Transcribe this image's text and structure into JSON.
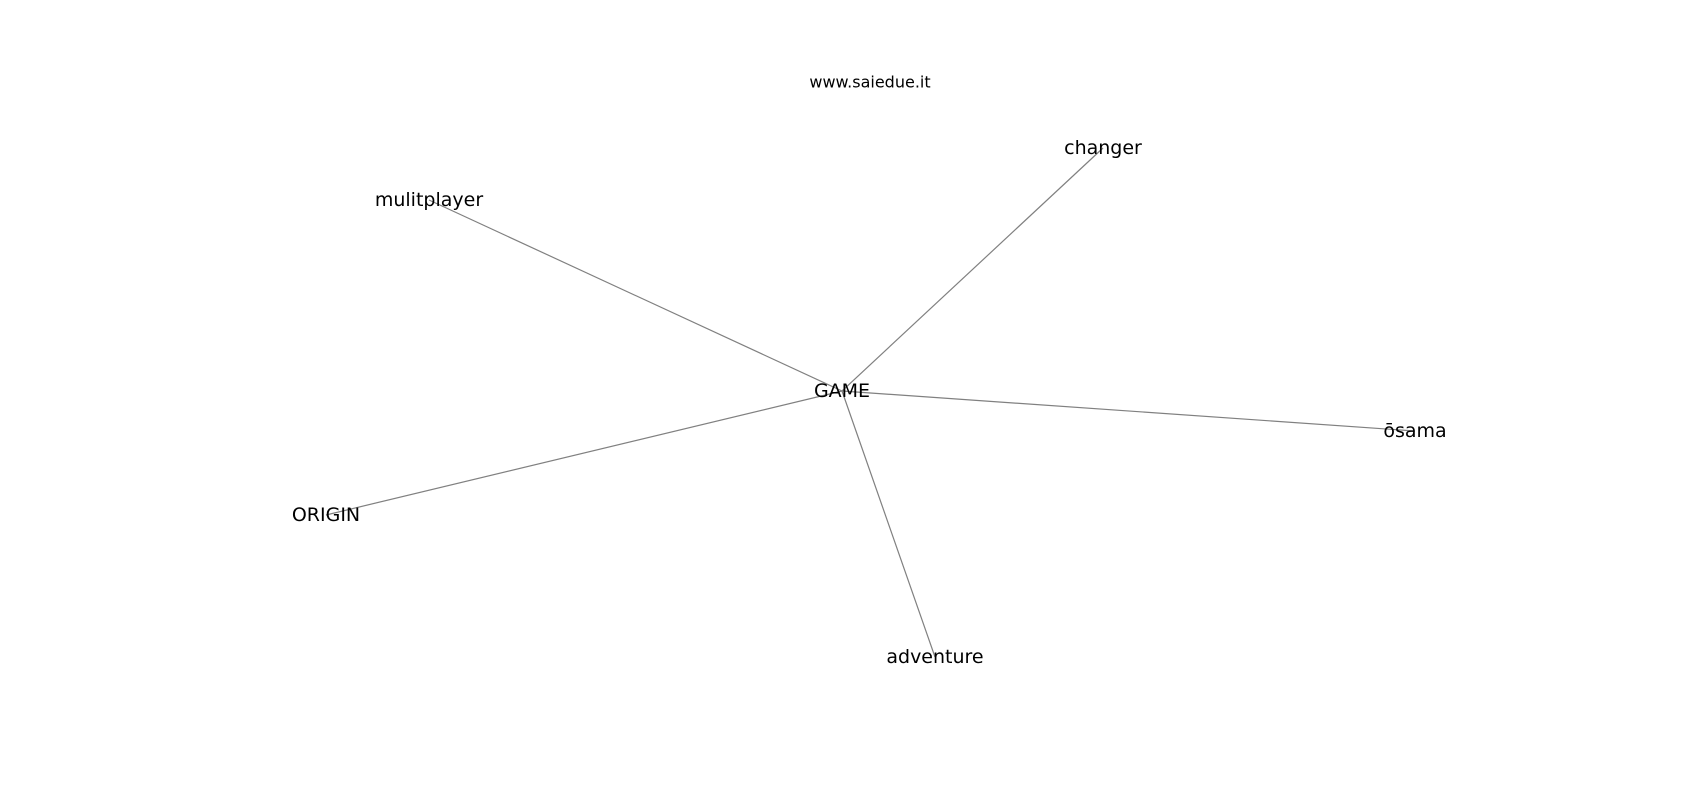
{
  "watermark": "www.saiedue.it",
  "graph": {
    "center": "GAME",
    "nodes": [
      {
        "id": "GAME",
        "label": "GAME"
      },
      {
        "id": "changer",
        "label": "changer"
      },
      {
        "id": "mulitplayer",
        "label": "mulitplayer"
      },
      {
        "id": "osama",
        "label": "ōsama"
      },
      {
        "id": "ORIGIN",
        "label": "ORIGIN"
      },
      {
        "id": "adventure",
        "label": "adventure"
      }
    ],
    "edges": [
      {
        "from": "GAME",
        "to": "changer"
      },
      {
        "from": "GAME",
        "to": "mulitplayer"
      },
      {
        "from": "GAME",
        "to": "osama"
      },
      {
        "from": "GAME",
        "to": "ORIGIN"
      },
      {
        "from": "GAME",
        "to": "adventure"
      }
    ]
  },
  "colors": {
    "edge": "#808080",
    "text": "#000000",
    "background": "#ffffff"
  }
}
